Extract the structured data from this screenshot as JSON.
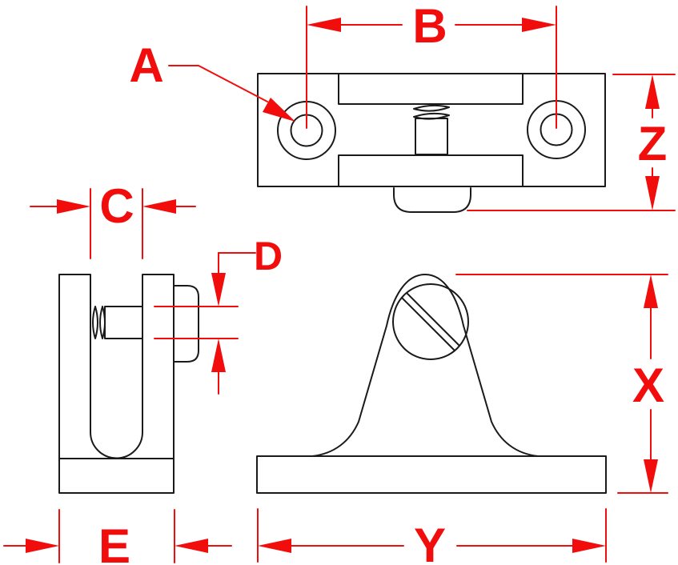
{
  "drawing": {
    "kind": "three-view dimensioned part drawing",
    "labels": {
      "a": "A",
      "b": "B",
      "c": "C",
      "d": "D",
      "e": "E",
      "x": "X",
      "y": "Y",
      "z": "Z"
    }
  },
  "colors": {
    "outline": "#1a1a1a",
    "dimension_red": "#f20d0d",
    "background": "#ffffff"
  }
}
